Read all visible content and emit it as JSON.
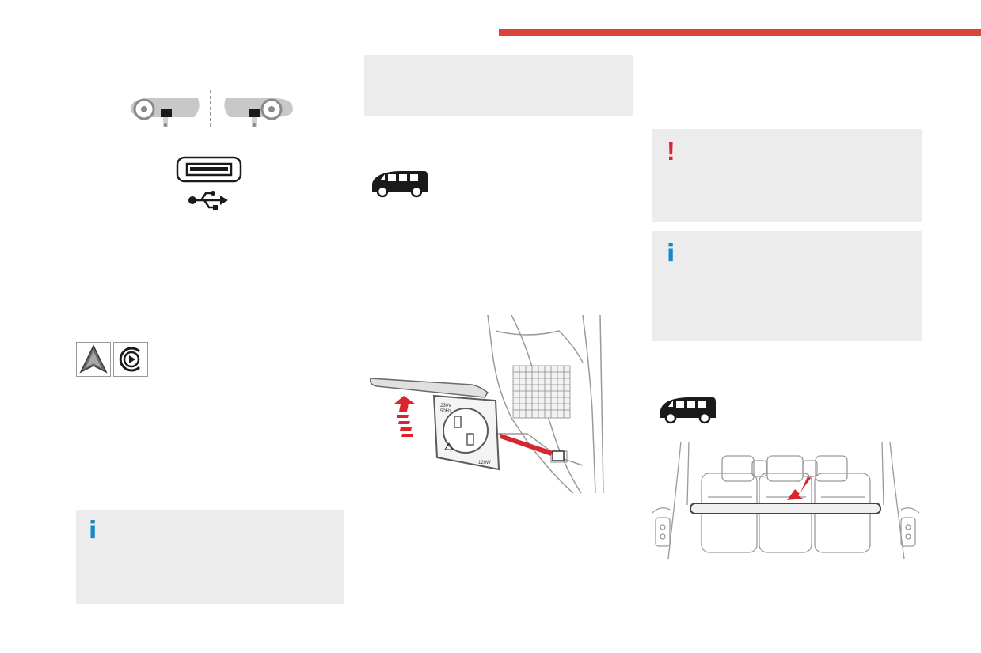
{
  "page": {
    "accent_color": "#d9453d",
    "info_box_color": "#ececec",
    "info_icon_color": "#1a86c9",
    "warning_icon_color": "#d9252e"
  },
  "icons": {
    "steering_position_icon": "lhd-rhd-steering-wheel-icon",
    "usb_port_icon": "usb-port-icon",
    "usb_symbol_icon": "usb-symbol-icon",
    "android_auto_icon": "android-auto-icon",
    "carplay_icon": "carplay-icon",
    "van_icon": "passenger-van-icon",
    "warning_icon": "!",
    "info_icon": "i"
  },
  "illustrations": {
    "socket_label_voltage": "230V",
    "socket_label_freq": "50Hz",
    "socket_label_power": "120W"
  }
}
